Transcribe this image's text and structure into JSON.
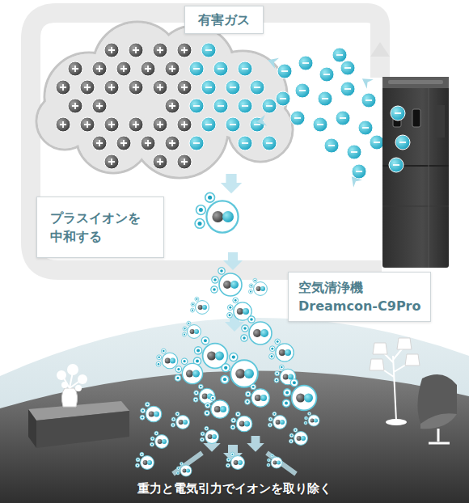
{
  "diagram": {
    "nodes": [
      {
        "text": [
          "有害ガス"
        ]
      },
      {
        "text": [
          "プラスイオンを 中和する"
        ]
      },
      {
        "text": [
          "空気清浄機",
          "Dreamcon-C9Pro"
        ]
      }
    ],
    "labels": [
      "重力と電気引力でイオンを取り除く"
    ]
  }
}
